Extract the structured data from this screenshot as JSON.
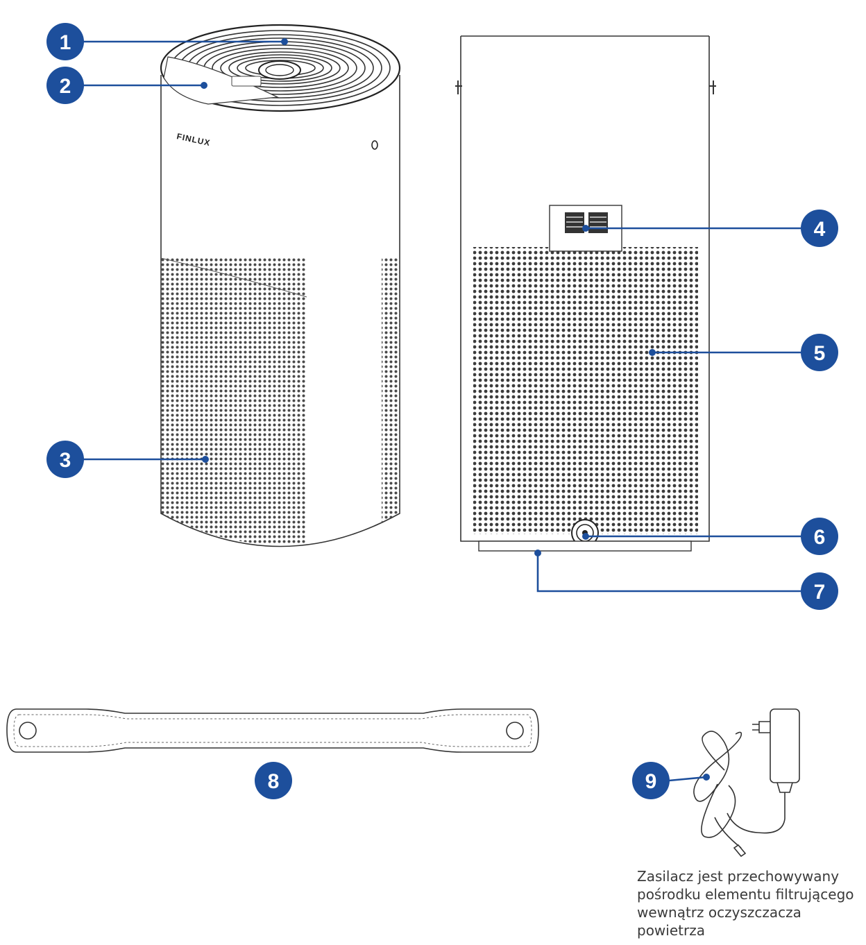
{
  "brand_label": "FINLUX",
  "accent_color": "#1d4f9c",
  "callouts": [
    {
      "number": "1"
    },
    {
      "number": "2"
    },
    {
      "number": "3"
    },
    {
      "number": "4"
    },
    {
      "number": "5"
    },
    {
      "number": "6"
    },
    {
      "number": "7"
    },
    {
      "number": "8"
    },
    {
      "number": "9"
    }
  ],
  "caption": "Zasilacz jest przechowywany pośrodku elementu filtrującego wewnątrz oczyszczacza powietrza"
}
